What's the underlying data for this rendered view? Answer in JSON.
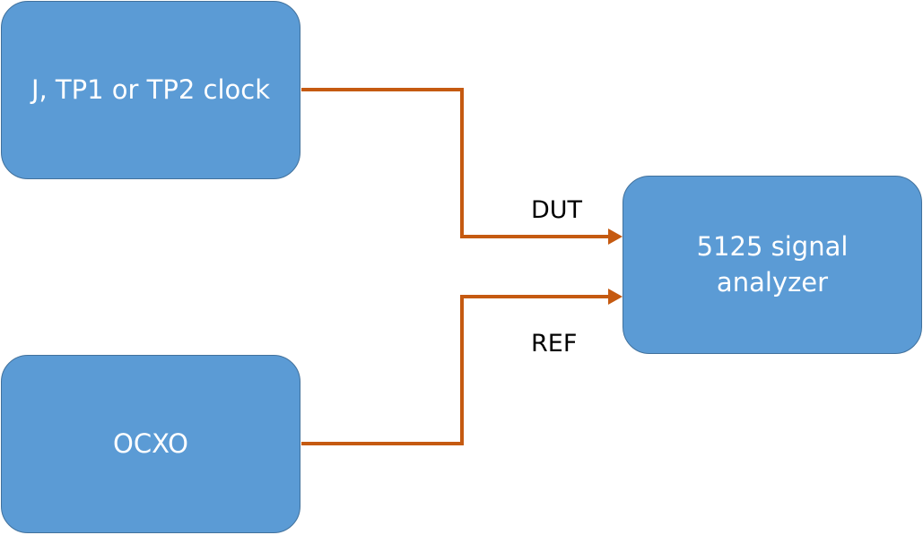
{
  "blocks": {
    "clock": {
      "label": "J, TP1 or TP2 clock"
    },
    "ocxo": {
      "label": "OCXO"
    },
    "analyzer": {
      "label": "5125 signal\nanalyzer"
    }
  },
  "edges": {
    "dut": {
      "label": "DUT"
    },
    "ref": {
      "label": "REF"
    }
  },
  "colors": {
    "block_fill": "#5b9bd5",
    "block_border": "#41719c",
    "connector": "#c55a11"
  }
}
